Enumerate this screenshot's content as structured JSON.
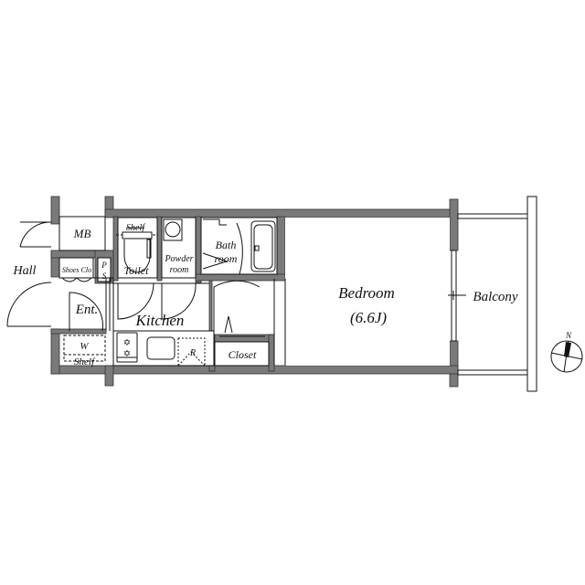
{
  "plan": {
    "wall_color": "#7a7a7a",
    "line_color": "#111111",
    "background": "#ffffff"
  },
  "rooms": {
    "mb": "MB",
    "hall": "Hall",
    "shoes_closet": "Shoes Clo",
    "ps_p": "P",
    "ps_s": "S",
    "shelf_top": "Shelf",
    "toilet": "Toilet",
    "powder_line1": "Powder",
    "powder_line2": "room",
    "bath_line1": "Bath",
    "bath_line2": "room",
    "entrance": "Ent.",
    "kitchen": "Kitchen",
    "w_shelf_w": "W",
    "w_shelf_shelf": "Shelf",
    "refrigerator": "R",
    "closet": "Closet",
    "bedroom": "Bedroom",
    "bedroom_size": "(6.6J)",
    "balcony": "Balcony"
  },
  "compass": {
    "north_label": "N"
  }
}
